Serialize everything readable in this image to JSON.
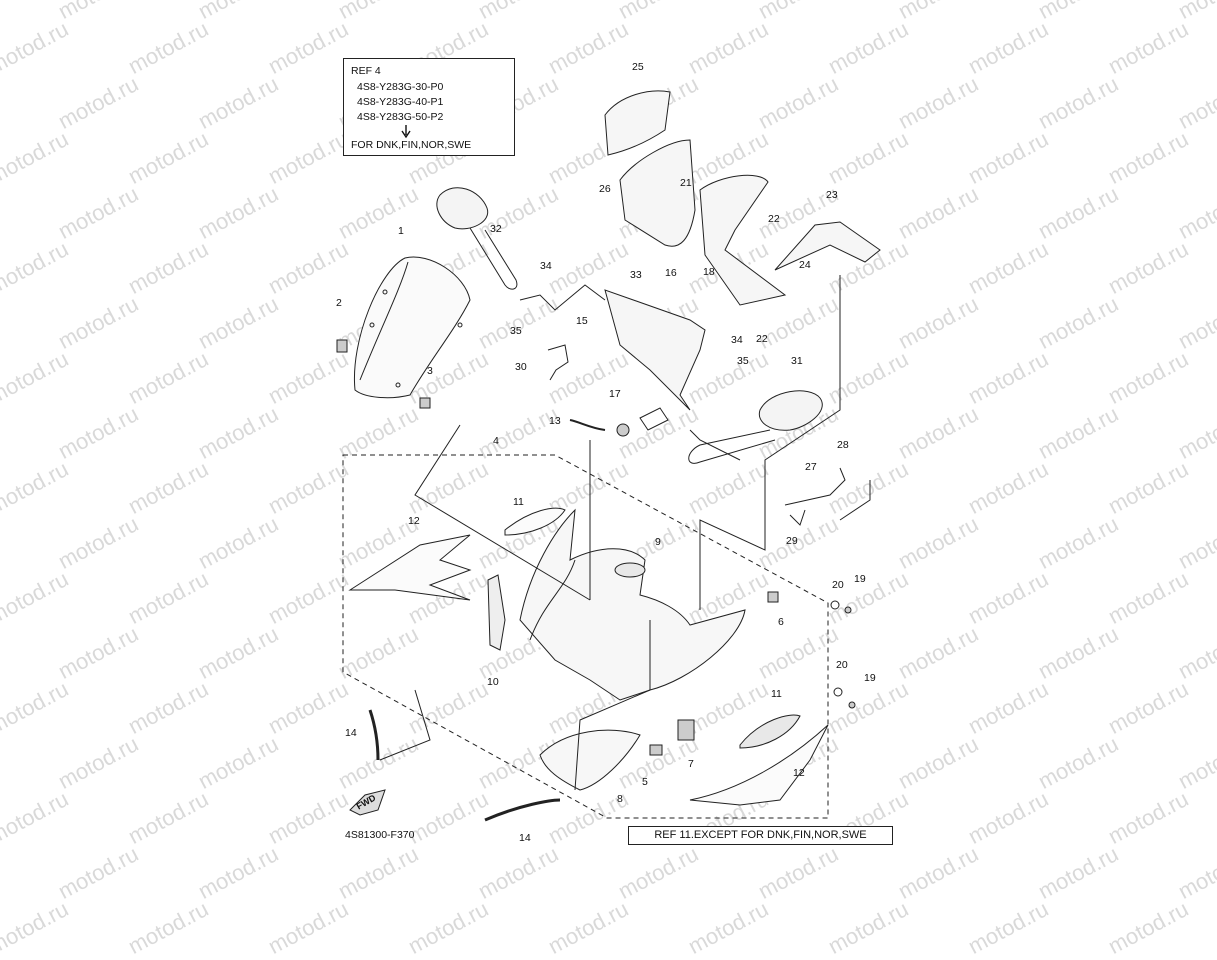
{
  "watermark": "motod.ru",
  "ref_box": {
    "title": "REF 4",
    "codes": [
      "4S8-Y283G-30-P0",
      "4S8-Y283G-40-P1",
      "4S8-Y283G-50-P2"
    ],
    "arrow_icon": "arrow-down-icon",
    "note": "FOR DNK,FIN,NOR,SWE"
  },
  "bottom_ref": "REF 11.EXCEPT FOR DNK,FIN,NOR,SWE",
  "diagram_code": "4S81300-F370",
  "fwd_label": "FWD",
  "part_numbers": [
    "25",
    "26",
    "21",
    "22",
    "23",
    "24",
    "1",
    "2",
    "3",
    "32",
    "34",
    "35",
    "33",
    "16",
    "18",
    "15",
    "30",
    "34",
    "35",
    "22",
    "17",
    "13",
    "31",
    "28",
    "27",
    "29",
    "4",
    "11",
    "12",
    "9",
    "10",
    "20",
    "19",
    "6",
    "20",
    "19",
    "11",
    "14",
    "5",
    "7",
    "8",
    "12",
    "14"
  ]
}
